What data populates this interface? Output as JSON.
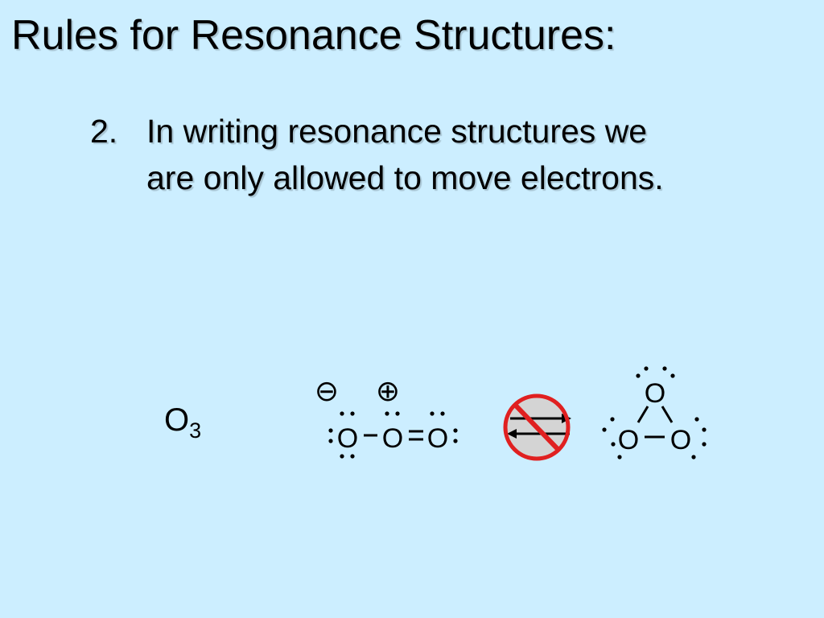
{
  "slide": {
    "title": "Rules for Resonance Structures:",
    "rule": {
      "number": "2.",
      "line1": "In writing resonance structures we",
      "line2": "are only allowed to move electrons."
    },
    "formula": {
      "element": "O",
      "subscript": "3"
    }
  },
  "structure_open": {
    "atoms": [
      "O",
      "O",
      "O"
    ],
    "charges": [
      "⊖",
      "⊕"
    ],
    "bonds": [
      "−",
      "="
    ]
  },
  "structure_cyclic": {
    "atoms": [
      "O",
      "O",
      "O"
    ],
    "bonds": [
      "/",
      "\\",
      "−"
    ]
  },
  "prohibition_symbol": {
    "meaning": "not-resonance-arrows-icon",
    "ring_color": "#e02020",
    "fill_color": "#d8d8d8"
  }
}
